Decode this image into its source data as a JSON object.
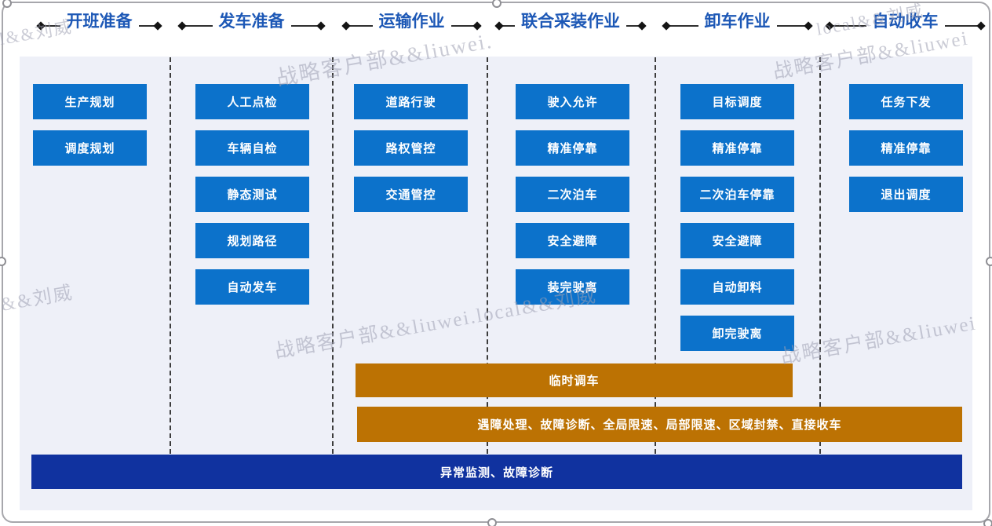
{
  "colors": {
    "task_blue": "#0c72cb",
    "band_orange": "#bc7203",
    "band_navy": "#10329f",
    "title_blue": "#1d58b6",
    "panel_bg": "#eef0f8"
  },
  "phases": [
    {
      "title": "开班准备",
      "tasks": [
        "生产规划",
        "调度规划"
      ]
    },
    {
      "title": "发车准备",
      "tasks": [
        "人工点检",
        "车辆自检",
        "静态测试",
        "规划路径",
        "自动发车"
      ]
    },
    {
      "title": "运输作业",
      "tasks": [
        "道路行驶",
        "路权管控",
        "交通管控"
      ]
    },
    {
      "title": "联合采装作业",
      "tasks": [
        "驶入允许",
        "精准停靠",
        "二次泊车",
        "安全避障",
        "装完驶离"
      ]
    },
    {
      "title": "卸车作业",
      "tasks": [
        "目标调度",
        "精准停靠",
        "二次泊车停靠",
        "安全避障",
        "自动卸料",
        "卸完驶离"
      ]
    },
    {
      "title": "自动收车",
      "tasks": [
        "任务下发",
        "精准停靠",
        "退出调度"
      ]
    }
  ],
  "bands": {
    "temporary_dispatch": "临时调车",
    "exception_handling": "遇障处理、故障诊断、全局限速、局部限速、区域封禁、直接收车",
    "monitoring": "异常监测、故障诊断"
  },
  "watermark": {
    "short": "local&&刘威",
    "dept": "战略客户部&&liuwei.",
    "dept_plain": "战略客户部&&liuwei",
    "full": "战略客户部&&liuwei.local&&刘威"
  }
}
